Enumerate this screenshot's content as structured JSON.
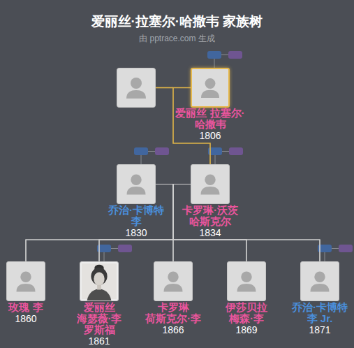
{
  "diagram": {
    "title": "爱丽丝·拉塞尔·哈撒韦 家族树",
    "nodes": [
      {
        "text": [
          "爱丽丝 拉塞尔·哈撒韦",
          "1806"
        ]
      },
      {
        "text": [
          "乔治·卡博特 李",
          "1830"
        ]
      },
      {
        "text": [
          "卡罗琳·沃茨 哈斯克尔",
          "1834"
        ]
      },
      {
        "text": [
          "玫瑰 李",
          "1860"
        ]
      },
      {
        "text": [
          "爱丽丝 海瑟薇·李 罗斯福",
          "1861"
        ]
      },
      {
        "text": [
          "卡罗琳 荷斯克尔·李",
          "1866"
        ]
      },
      {
        "text": [
          "伊莎贝拉 梅森·李",
          "1869"
        ]
      },
      {
        "text": [
          "乔治·卡博特 李 Jr.",
          "1871"
        ]
      }
    ],
    "edges": [
      {
        "from": 0,
        "to": 2,
        "arrow": "none"
      },
      {
        "from": 1,
        "to": 3,
        "arrow": "none"
      },
      {
        "from": 1,
        "to": 4,
        "arrow": "none"
      },
      {
        "from": 1,
        "to": 5,
        "arrow": "none"
      },
      {
        "from": 1,
        "to": 6,
        "arrow": "none"
      },
      {
        "from": 1,
        "to": 7,
        "arrow": "none"
      },
      {
        "from": 2,
        "to": 3,
        "arrow": "none"
      },
      {
        "from": 2,
        "to": 4,
        "arrow": "none"
      },
      {
        "from": 2,
        "to": 5,
        "arrow": "none"
      },
      {
        "from": 2,
        "to": 6,
        "arrow": "none"
      },
      {
        "from": 2,
        "to": 7,
        "arrow": "none"
      }
    ],
    "labels": [
      "由 pptrace.com 生成"
    ]
  }
}
